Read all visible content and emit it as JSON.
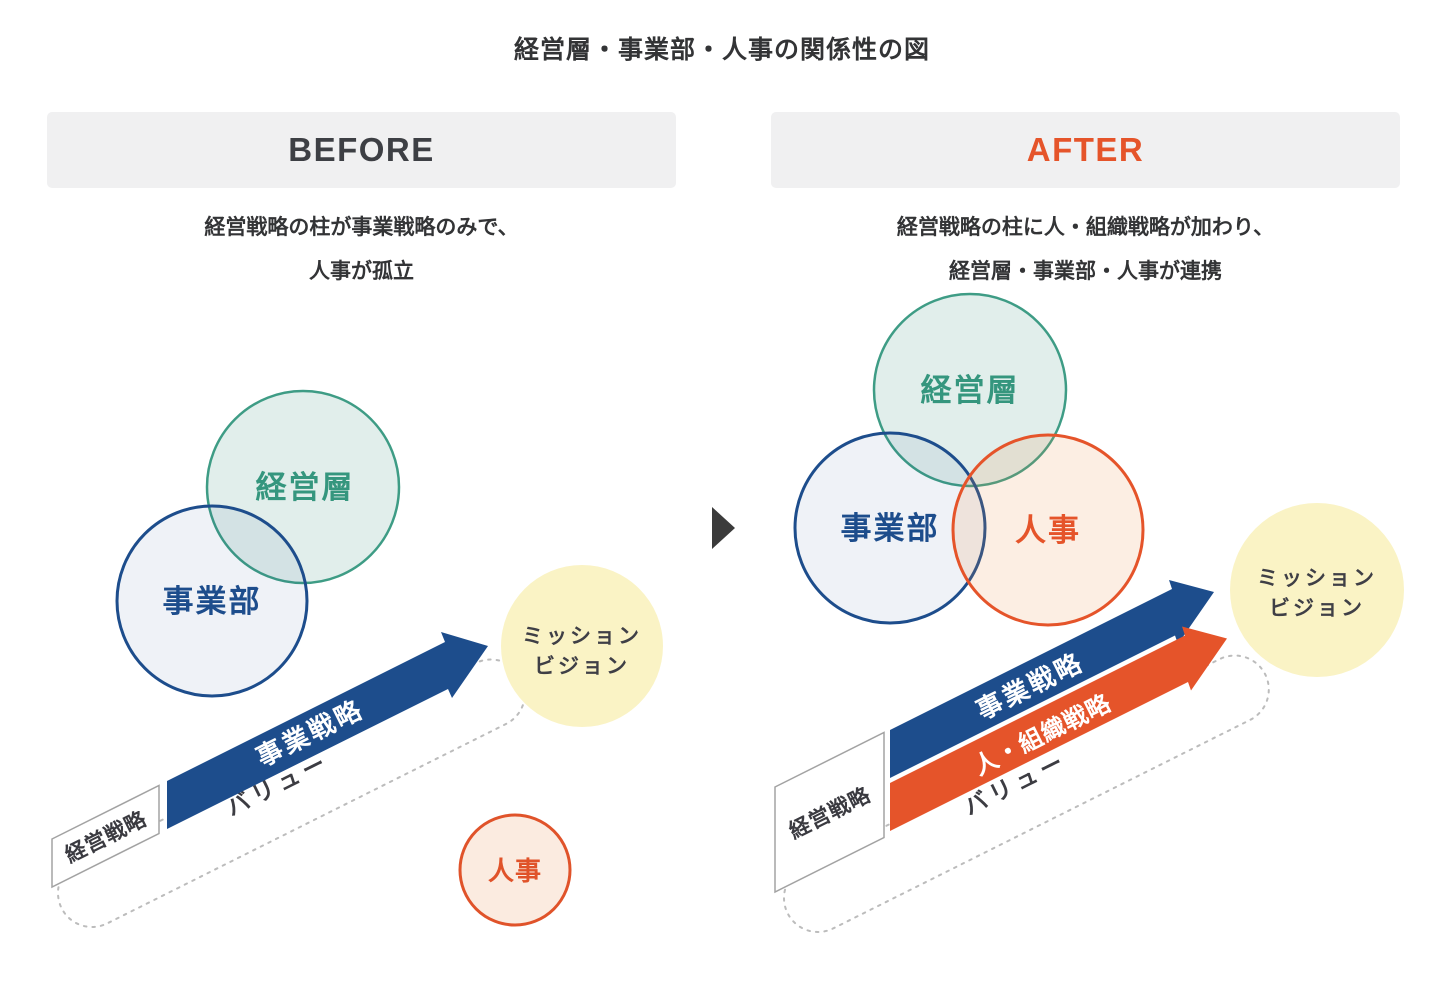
{
  "title": "経営層・事業部・人事の関係性の図",
  "before": {
    "header": "BEFORE",
    "subtitle_line1": "経営戦略の柱が事業戦略のみで、",
    "subtitle_line2": "人事が孤立",
    "circles": {
      "management": "経営層",
      "division": "事業部",
      "hr": "人事",
      "mission_line1": "ミッション",
      "mission_line2": "ビジョン"
    },
    "banner": {
      "business_strategy": "事業戦略",
      "value": "バリュー",
      "management_strategy": "経営戦略"
    }
  },
  "after": {
    "header": "AFTER",
    "subtitle_line1": "経営戦略の柱に人・組織戦略が加わり、",
    "subtitle_line2": "経営層・事業部・人事が連携",
    "circles": {
      "management": "経営層",
      "division": "事業部",
      "hr": "人事",
      "mission_line1": "ミッション",
      "mission_line2": "ビジョン"
    },
    "banner": {
      "business_strategy": "事業戦略",
      "people_org_strategy": "人・組織戦略",
      "value": "バリュー",
      "management_strategy": "経営戦略"
    }
  },
  "colors": {
    "navy": "#1d4d8c",
    "teal": "#3e9c85",
    "orange": "#e5542a",
    "yellow": "#faf3c5",
    "header_bg": "#f0f0f1",
    "dash_gray": "#bcbcbc",
    "text_dark": "#3a3a40",
    "arrow_dark": "#3b3b3b"
  }
}
